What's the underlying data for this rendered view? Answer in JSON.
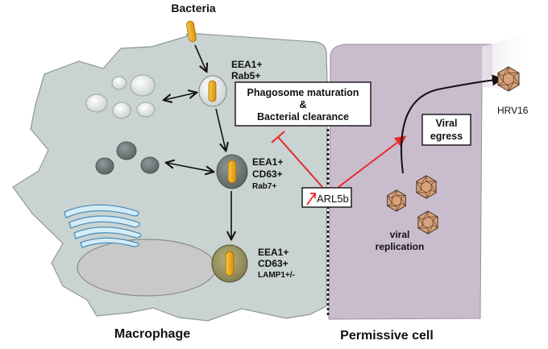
{
  "labels": {
    "bacteria": "Bacteria",
    "early_endosome_1": "EEA1+",
    "early_endosome_2": "Rab5+",
    "late_endosome_1": "EEA1+",
    "late_endosome_2": "CD63+",
    "late_endosome_3": "Rab7+",
    "lysosome_1": "EEA1+",
    "lysosome_2": "CD63+",
    "lysosome_3": "LAMP1+/-",
    "phago_line1": "Phagosome maturation",
    "phago_line2": "&",
    "phago_line3": "Bacterial clearance",
    "arl5b": "ARL5b",
    "viral_egress_1": "Viral",
    "viral_egress_2": "egress",
    "hrv16": "HRV16",
    "viral_replication_1": "viral",
    "viral_replication_2": "replication",
    "macrophage": "Macrophage",
    "permissive_cell": "Permissive cell"
  },
  "colors": {
    "macrophage_fill": "#c9d3d1",
    "permissive_fill": "#c9bccd",
    "bacteria": "#f3b21d",
    "inhibition": "#e8282a",
    "virus": "#d9a27a"
  }
}
